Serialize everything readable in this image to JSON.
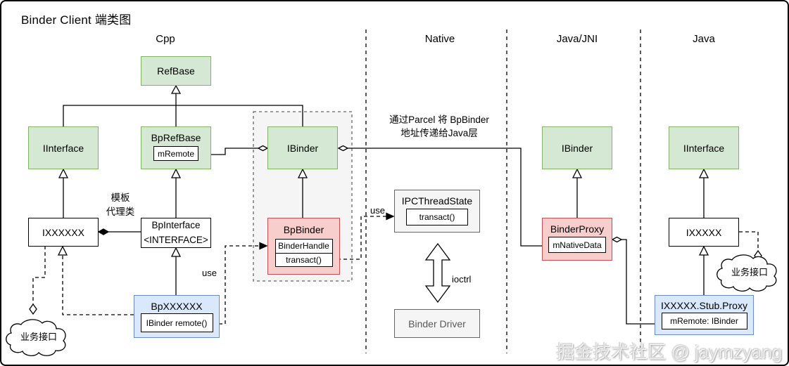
{
  "title": "Binder Client 端类图",
  "watermark": "掘金技术社区 @ jaymzyang",
  "columns": {
    "cpp": "Cpp",
    "native": "Native",
    "jni": "Java/JNI",
    "java": "Java"
  },
  "classes": {
    "refbase": {
      "name": "RefBase"
    },
    "iinterface_cpp": {
      "name": "IInterface"
    },
    "bprefbase": {
      "name": "BpRefBase",
      "field": "mRemote"
    },
    "ibinder_cpp": {
      "name": "IBinder"
    },
    "ixxxxxx": {
      "name": "IXXXXXX"
    },
    "bpinterface": {
      "name_line1": "BpInterface",
      "name_line2": "<INTERFACE>"
    },
    "bpbinder": {
      "name": "BpBinder",
      "fields": [
        "BinderHandle",
        "transact()"
      ]
    },
    "ipcthreadstate": {
      "name": "IPCThreadState",
      "field": "transact()"
    },
    "binder_driver": {
      "name": "Binder Driver"
    },
    "bpxxxxxx": {
      "name": "BpXXXXXX",
      "field": "IBinder remote()"
    },
    "ibinder_jni": {
      "name": "IBinder"
    },
    "binderproxy": {
      "name": "BinderProxy",
      "field": "mNativeData"
    },
    "iinterface_java": {
      "name": "IInterface"
    },
    "ixxxxx": {
      "name": "IXXXXX"
    },
    "stub_proxy": {
      "name": "IXXXXX.Stub.Proxy",
      "field": "mRemote: IBinder"
    }
  },
  "annotations": {
    "parcel_line1": "通过Parcel 将 BpBinder",
    "parcel_line2": "地址传递给Java层",
    "template_proxy_line1": "模板",
    "template_proxy_line2": "代理类",
    "use_bpbinder": "use",
    "use_ipc": "use",
    "ioctrl": "ioctrl",
    "biz_interface_left": "业务接口",
    "biz_interface_right": "业务接口"
  },
  "colors": {
    "class_green_fill": "#d5e8d4",
    "class_green_border": "#82b366",
    "class_pink_fill": "#f8cecc",
    "class_pink_border": "#b85450",
    "class_blue_fill": "#dae8fc",
    "class_blue_border": "#6c8ebf",
    "container_gray_fill": "#f5f5f5"
  }
}
